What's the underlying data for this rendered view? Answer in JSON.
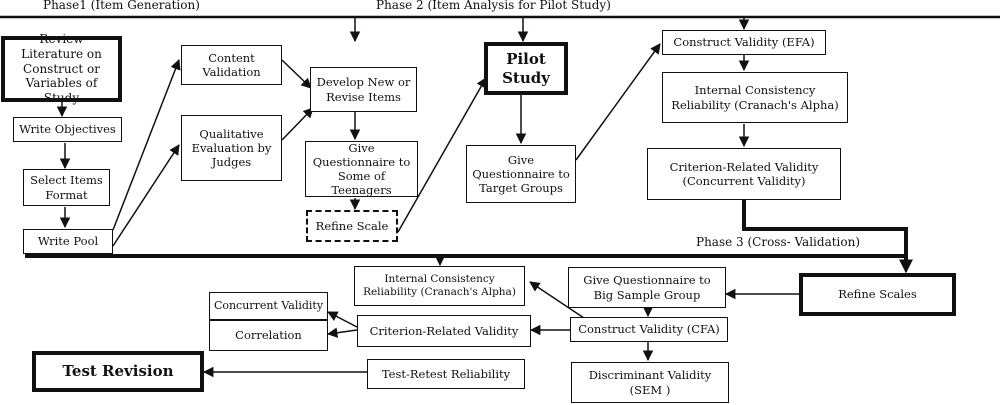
{
  "phases": {
    "p1": "Phase1 (Item Generation)",
    "p2": "Phase 2 (Item Analysis for Pilot Study)",
    "p3": "Phase 3 (Cross- Validation)"
  },
  "boxes": {
    "review_literature": "Review Literature on Construct or Variables of Study",
    "write_objectives": "Write Objectives",
    "select_items_format": "Select Items Format",
    "write_pool": "Write Pool",
    "content_validation": "Content Validation",
    "qualitative_evaluation": "Qualitative Evaluation by Judges",
    "develop_items": "Develop New or Revise Items",
    "give_teenagers": "Give Questionnaire to Some of Teenagers",
    "refine_scale": "Refine Scale",
    "pilot_study": "Pilot Study",
    "give_target": "Give Questionnaire to Target Groups",
    "construct_efa": "Construct Validity (EFA)",
    "internal_consistency_p2": "Internal Consistency Reliability (Cranach's Alpha)",
    "criterion_concurrent": "Criterion-Related Validity (Concurrent Validity)",
    "refine_scales": "Refine Scales",
    "give_big_sample": "Give Questionnaire to Big Sample Group",
    "construct_cfa": "Construct Validity (CFA)",
    "discriminant_sem": "Discriminant Validity (SEM )",
    "internal_consistency_p3": "Internal Consistency Reliability (Cranach's Alpha)",
    "criterion_p3": "Criterion-Related Validity",
    "test_retest": "Test-Retest Reliability",
    "concurrent_validity": "Concurrent Validity",
    "correlation": "Correlation",
    "test_revision": "Test Revision"
  }
}
